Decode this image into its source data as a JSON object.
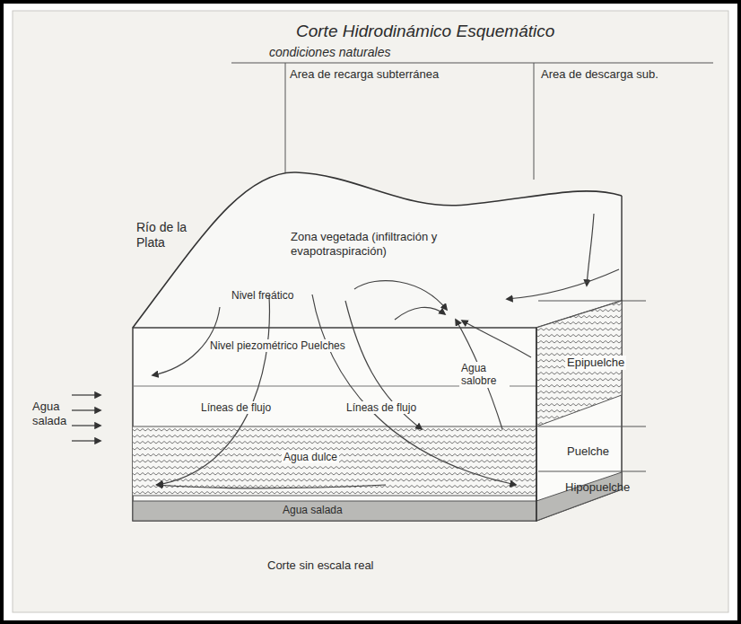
{
  "diagram": {
    "title": "Corte Hidrodinámico Esquemático",
    "labels": [
      "condiciones naturales",
      "Area de recarga subterránea",
      "Area de descarga sub.",
      "Río de la Plata",
      "Zona vegetada (infiltración y evapotraspiración)",
      "Nivel freático",
      "Nivel piezométrico Puelches",
      "Agua salobre",
      "Agua salada",
      "Líneas de flujo",
      "Líneas de flujo",
      "Agua dulce",
      "Agua salada",
      "Epipuelche",
      "Puelche",
      "Hipopuelche",
      "Corte sin escala real"
    ]
  }
}
